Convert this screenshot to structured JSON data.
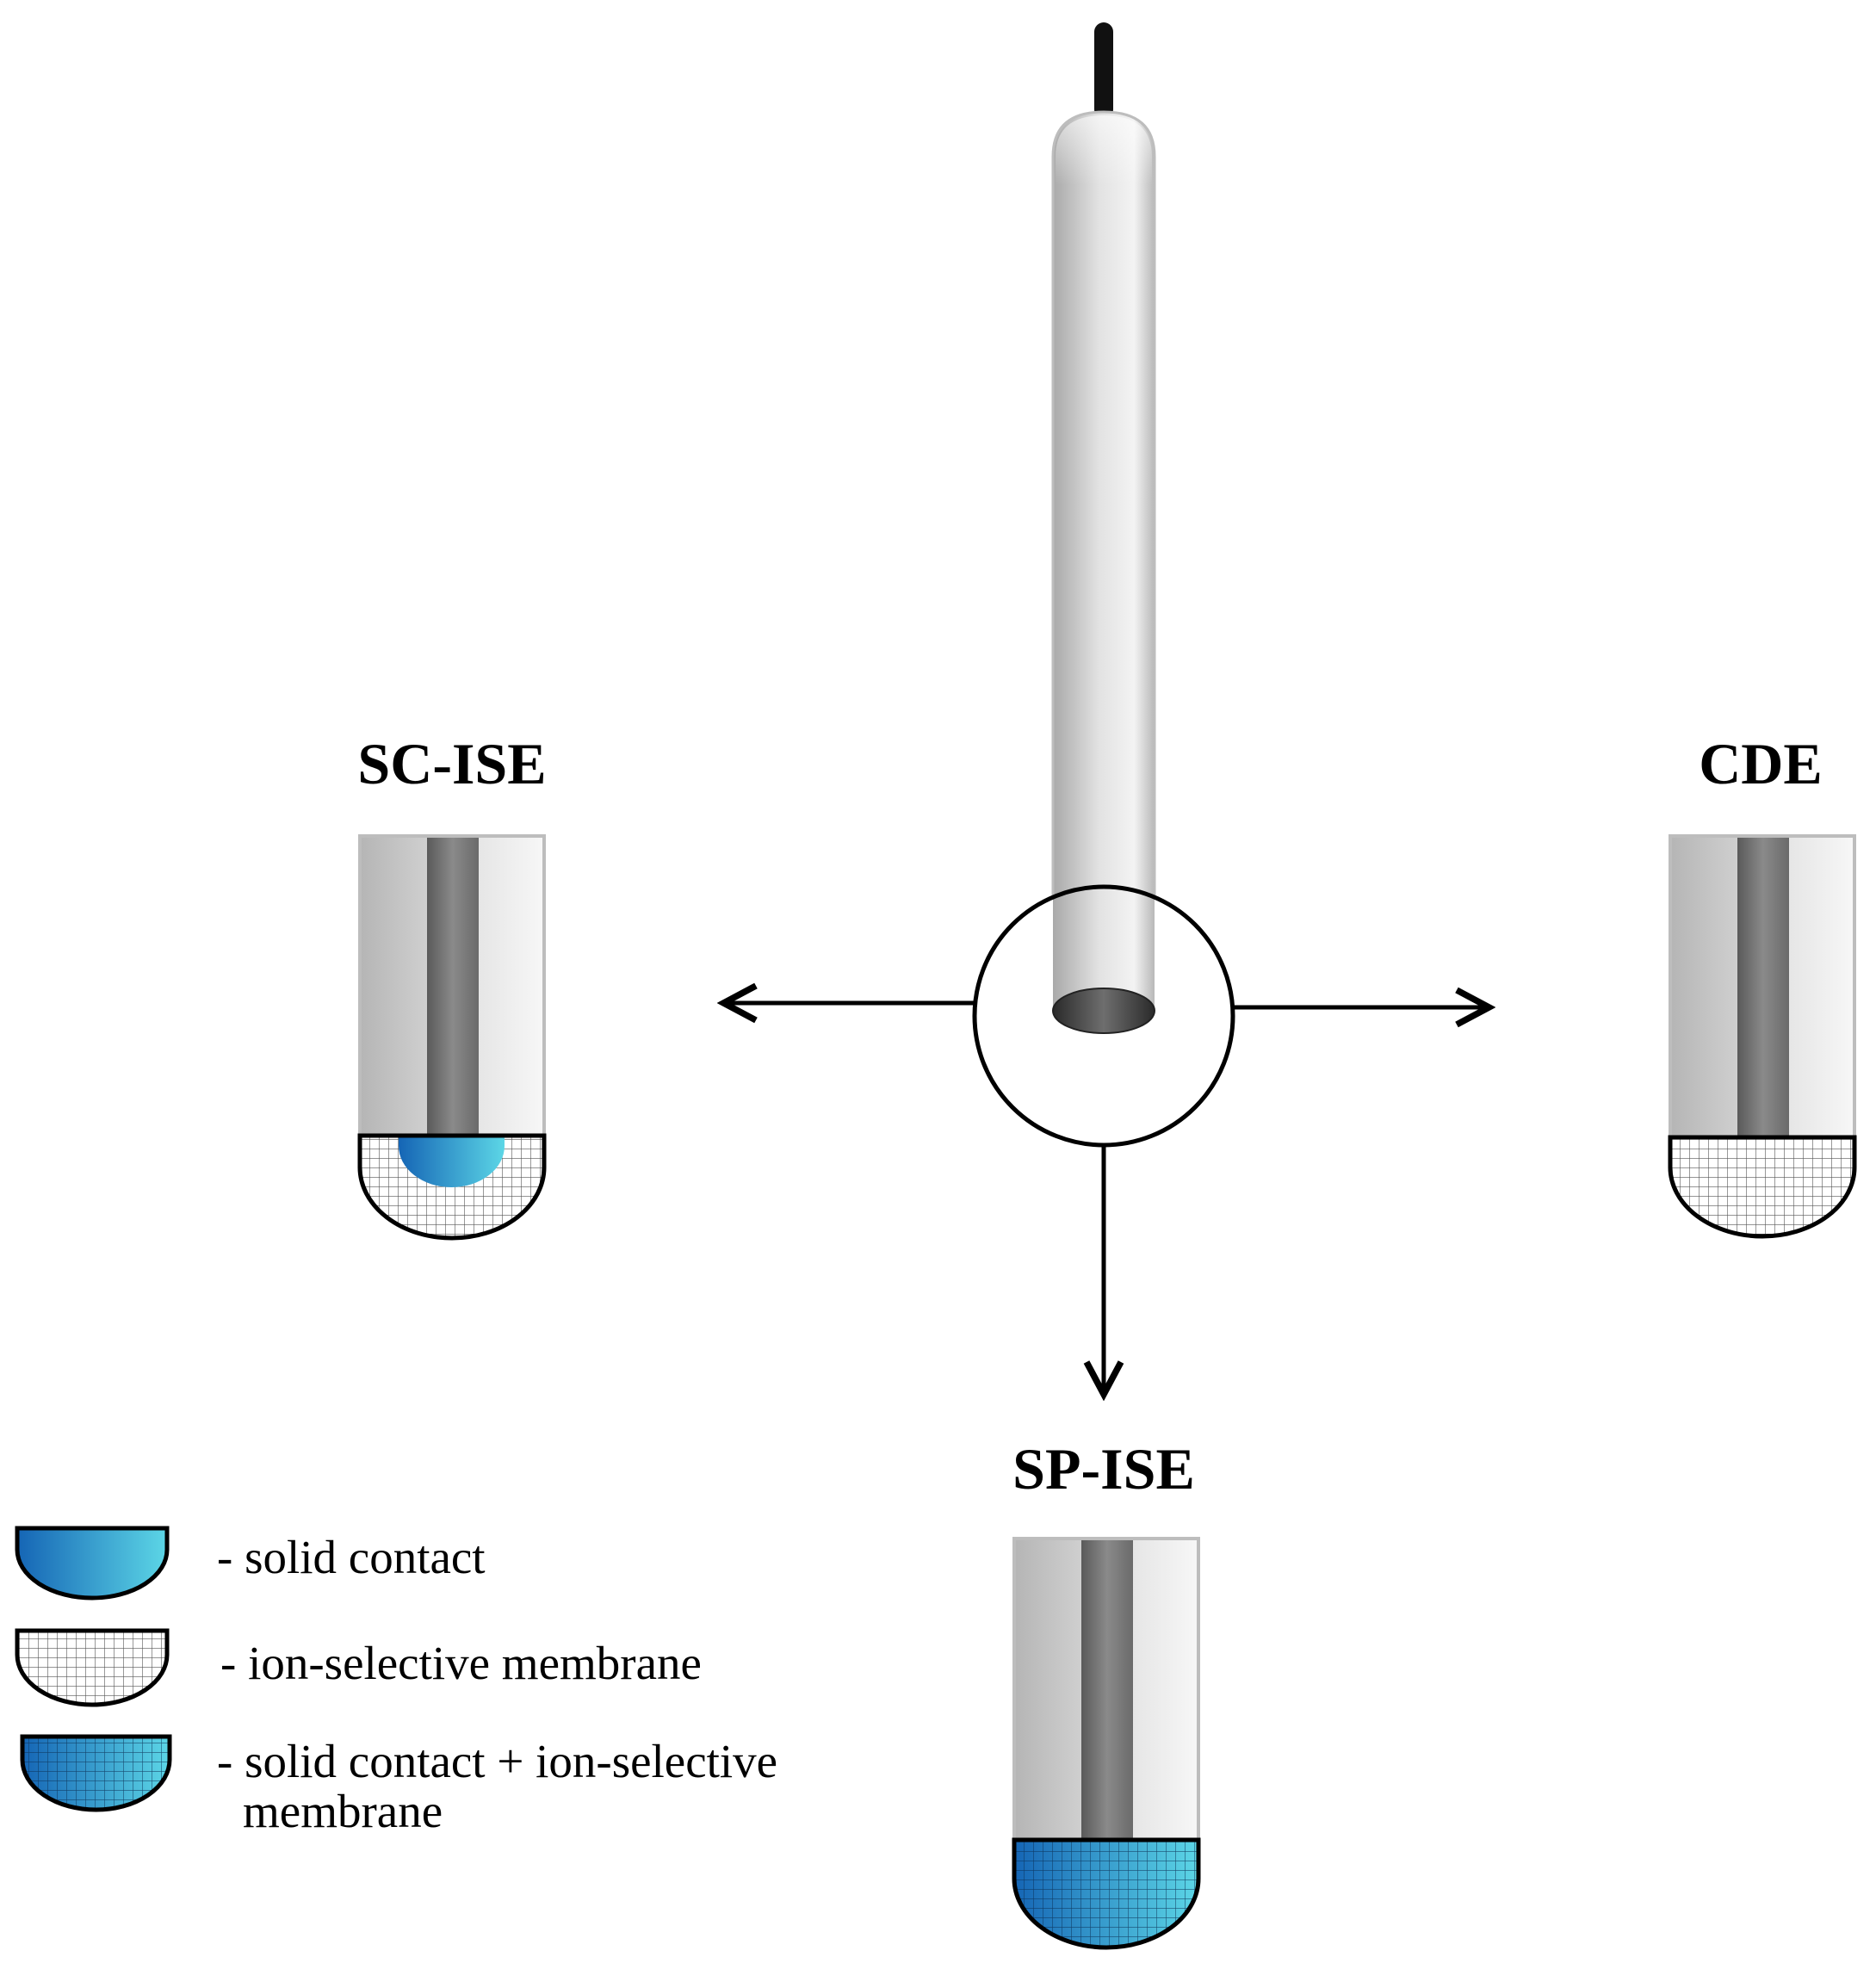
{
  "electrodes": {
    "sc_ise": {
      "label": "SC-ISE"
    },
    "cde": {
      "label": "CDE"
    },
    "sp_ise": {
      "label": "SP-ISE"
    }
  },
  "legend": {
    "solid_contact": "- solid contact",
    "ion_selective_membrane": "- ion-selective membrane",
    "combined_line1": "- solid contact + ion-selective",
    "combined_line2": "membrane"
  },
  "colors": {
    "solid_contact_dark": "#1565b5",
    "solid_contact_light": "#5cd6e6",
    "membrane_grid": "#555555",
    "body_gray": "#c8c8c8",
    "electrode_core": "#707070"
  }
}
